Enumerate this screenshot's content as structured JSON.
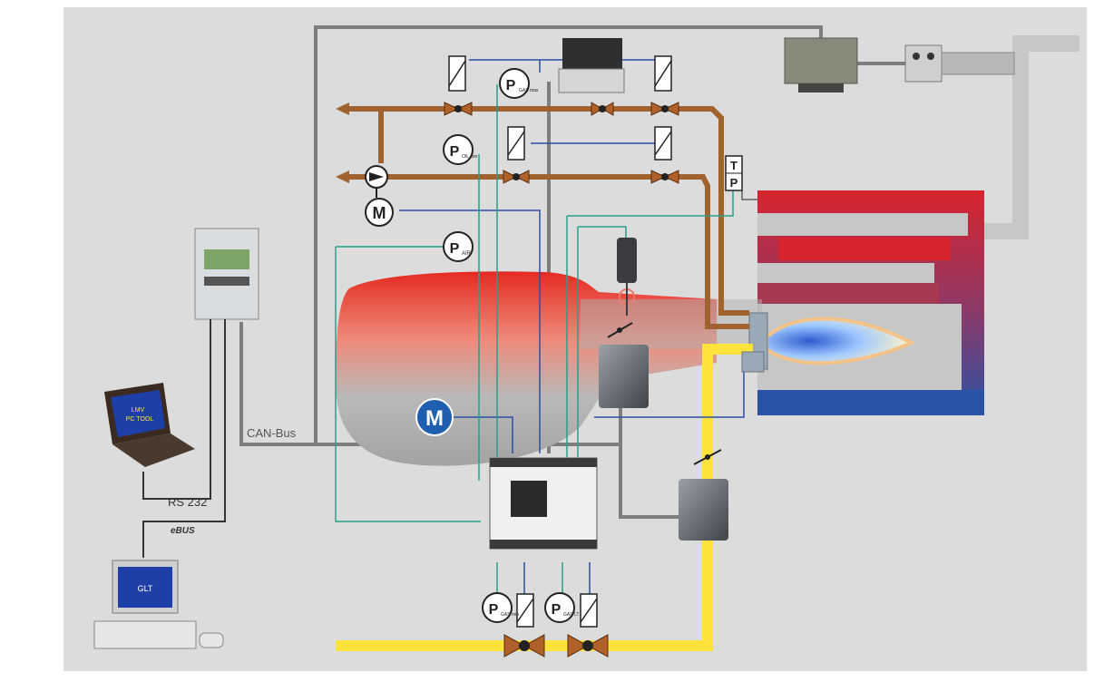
{
  "labels": {
    "can_bus": "CAN-Bus",
    "rs232": "RS 232",
    "ebus": "eBUS",
    "laptop_screen_line1": "LMV",
    "laptop_screen_line2": "PC TOOL",
    "pc_screen": "GLT"
  },
  "sensors": {
    "p_gas_max": {
      "main": "P",
      "sub": "GAS max"
    },
    "p_oil_min": {
      "main": "P",
      "sub": "OIL min"
    },
    "p_air": {
      "main": "P",
      "sub": "AIR"
    },
    "p_gas_min": {
      "main": "P",
      "sub": "GAS min"
    },
    "p_gas_lt": {
      "main": "P",
      "sub": "GAS LT"
    },
    "temp_pressure": {
      "t": "T",
      "p": "P"
    }
  },
  "motors": {
    "pump_motor": "M",
    "fan_motor": "M"
  },
  "colors": {
    "oil_pipe": "#a0622e",
    "gas_pipe": "#ffe23a",
    "exhaust": "#c7c7c7",
    "boiler_hot": "#d8242e",
    "boiler_cold": "#2a53a6",
    "can_bus": "#7e7e7e",
    "signal_blue": "#2b4fa3",
    "signal_green": "#27a08a",
    "background": "#dcdcdc"
  }
}
